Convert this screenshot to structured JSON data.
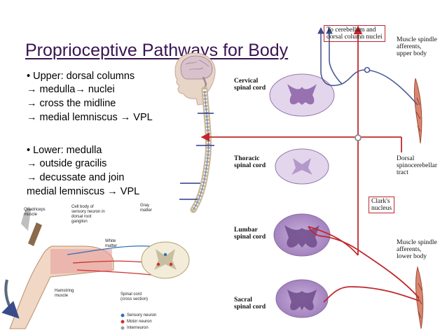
{
  "slide": {
    "title": "Proprioceptive Pathways for Body",
    "bullets": [
      "•   Upper: dorsal columns",
      "  medulla",
      " nuclei",
      "  cross the midline",
      "  medial lemniscus ",
      " VPL",
      "•   Lower: medulla",
      " outside gracilis",
      "  decussate and join",
      "medial lemniscus ",
      " VPL"
    ],
    "arrow_glyph": "→"
  },
  "diagram": {
    "cord_levels": [
      {
        "line1": "Cervical",
        "line2": "spinal cord"
      },
      {
        "line1": "Thoracic",
        "line2": "spinal cord"
      },
      {
        "line1": "Lumbar",
        "line2": "spinal cord"
      },
      {
        "line1": "Sacral",
        "line2": "spinal cord"
      }
    ],
    "top_label_line1": "To cerebellum and",
    "top_label_line2": "dorsal column nuclei",
    "upper_afferents": [
      "Muscle spindle",
      "afferents,",
      "upper body"
    ],
    "lower_afferents": [
      "Muscle spindle",
      "afferents,",
      "lower body"
    ],
    "dorsal_tract": [
      "Dorsal",
      "spinocerebellar",
      "tract"
    ],
    "clarks_nucleus": [
      "Clark's",
      "nucleus"
    ],
    "reflex": {
      "quadriceps": [
        "Quadriceps",
        "muscle"
      ],
      "cell_body": [
        "Cell body of",
        "sensory neuron in",
        "dorsal root",
        "ganglion"
      ],
      "gray_matter": [
        "Gray",
        "matter"
      ],
      "white_matter": [
        "White",
        "matter"
      ],
      "hamstring": [
        "Hamstring",
        "muscle"
      ],
      "spinal_cord": [
        "Spinal cord",
        "(cross section)"
      ],
      "legend": [
        "Sensory neuron",
        "Motor neuron",
        "Interneuron"
      ]
    },
    "colors": {
      "title": "#3a1452",
      "pathway_red": "#c0282d",
      "cord_purple": "#8a5fa6",
      "sensory": "#2f6fb8",
      "motor": "#d03030",
      "interneuron": "#9aa0a6"
    }
  }
}
